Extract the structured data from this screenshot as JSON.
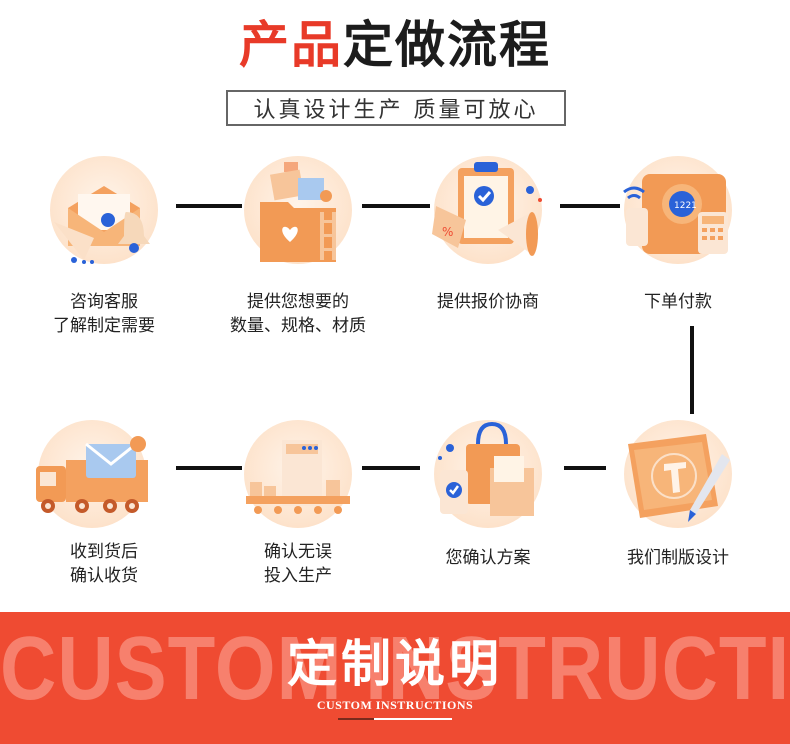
{
  "header": {
    "title_red": "产品",
    "title_black": "定做流程",
    "subtitle": "认真设计生产 质量可放心"
  },
  "steps": [
    {
      "line1": "咨询客服",
      "line2": "了解制定需要",
      "icon": "envelope-bell-icon"
    },
    {
      "line1": "提供您想要的",
      "line2": "数量、规格、材质",
      "icon": "folder-heart-icon"
    },
    {
      "line1": "提供报价协商",
      "line2": "",
      "icon": "clipboard-megaphone-icon"
    },
    {
      "line1": "下单付款",
      "line2": "",
      "icon": "card-terminal-icon"
    },
    {
      "line1": "我们制版设计",
      "line2": "",
      "icon": "design-pen-icon"
    },
    {
      "line1": "您确认方案",
      "line2": "",
      "icon": "shopping-bag-check-icon"
    },
    {
      "line1": "确认无误",
      "line2": "投入生产",
      "icon": "production-line-icon"
    },
    {
      "line1": "收到货后",
      "line2": "确认收货",
      "icon": "delivery-truck-icon"
    }
  ],
  "banner": {
    "background_text": "CUSTOM INSTRUCTIONS",
    "title": "定制说明",
    "subtitle": "CUSTOM INSTRUCTIONS"
  },
  "colors": {
    "accent_red": "#e83a28",
    "banner_red": "#ef4b32",
    "icon_orange": "#f29a55"
  }
}
